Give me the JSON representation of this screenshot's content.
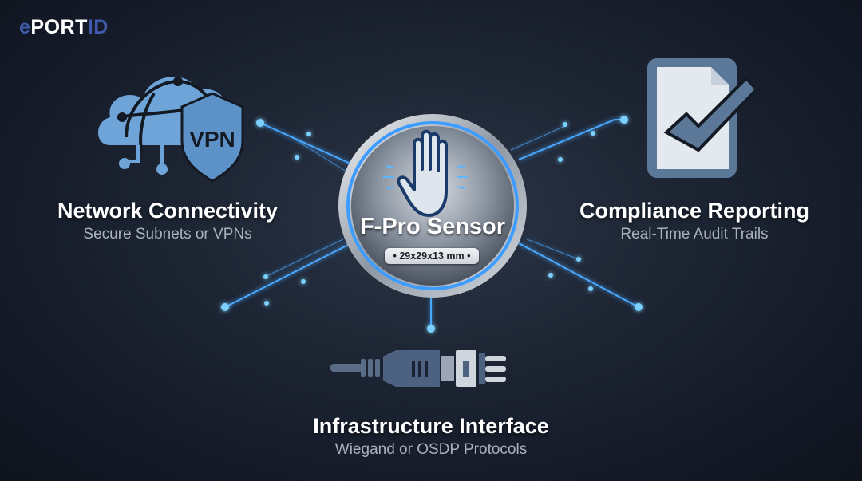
{
  "brand": {
    "prefix": "e",
    "middle": "PORT",
    "suffix": "ID"
  },
  "center": {
    "title": "F-Pro Sensor",
    "dimensions": "• 29x29x13 mm •",
    "icon": "hand-palm-icon"
  },
  "features": [
    {
      "id": "network",
      "title": "Network Connectivity",
      "subtitle": "Secure Subnets or VPNs",
      "icon": "cloud-vpn-shield-icon"
    },
    {
      "id": "compliance",
      "title": "Compliance Reporting",
      "subtitle": "Real-Time Audit Trails",
      "icon": "document-checkmark-icon"
    },
    {
      "id": "infrastructure",
      "title": "Infrastructure Interface",
      "subtitle": "Wiegand or OSDP Protocols",
      "icon": "connector-plug-icon"
    }
  ],
  "vpn_label": "VPN",
  "colors": {
    "accent": "#3d9cff",
    "glow": "#6fc4ff",
    "brand_blue": "#3f5aa8",
    "icon_blue": "#6fa4d8",
    "background": "#161d2a"
  }
}
